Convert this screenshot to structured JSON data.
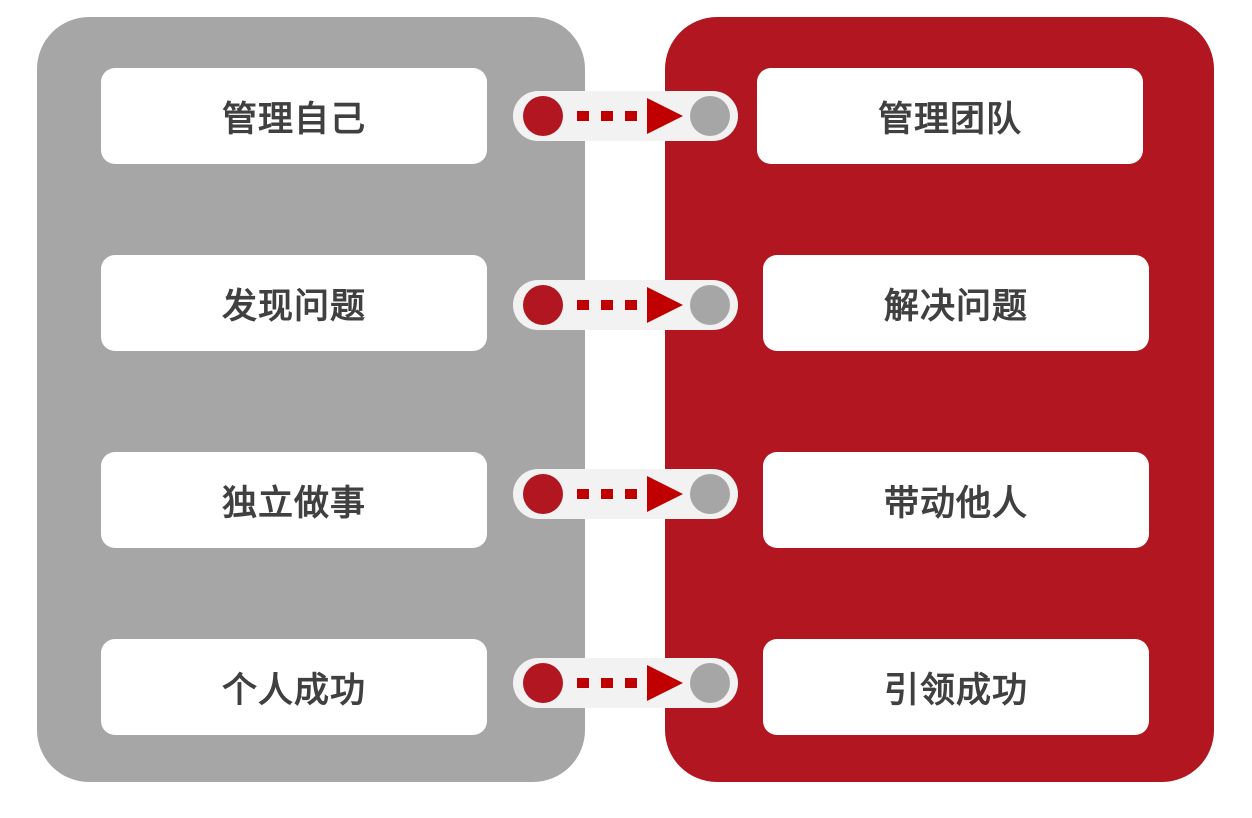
{
  "left_panel": {
    "items": [
      {
        "label": "管理自己"
      },
      {
        "label": "发现问题"
      },
      {
        "label": "独立做事"
      },
      {
        "label": "个人成功"
      }
    ]
  },
  "right_panel": {
    "items": [
      {
        "label": "管理团队"
      },
      {
        "label": "解决问题"
      },
      {
        "label": "带动他人"
      },
      {
        "label": "引领成功"
      }
    ]
  },
  "colors": {
    "left_panel": "#a6a6a6",
    "right_panel": "#b21620",
    "card": "#ffffff",
    "text": "#404040",
    "arrow": "#c00000",
    "connector_bg": "#f2f2f2"
  }
}
